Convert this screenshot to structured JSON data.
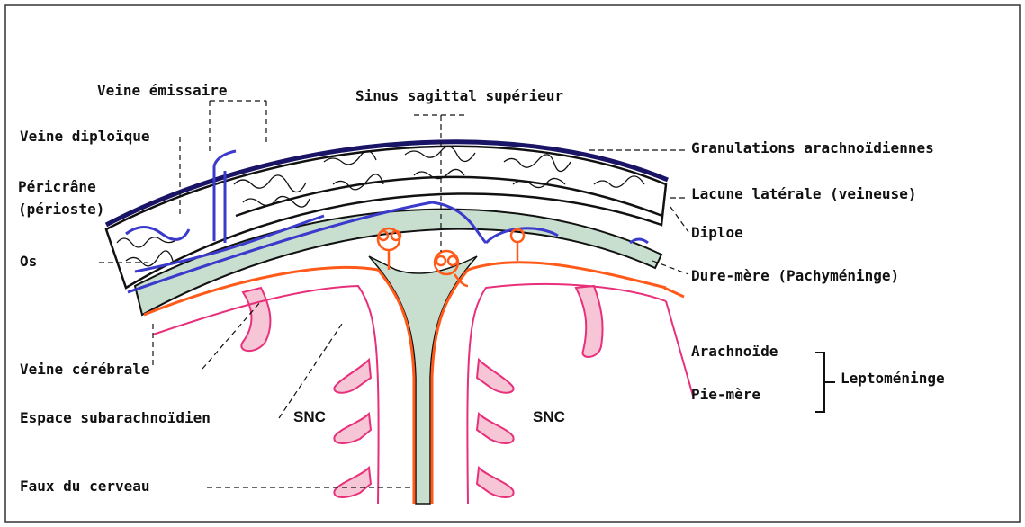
{
  "diagram": {
    "labels": {
      "sinus": "Sinus sagittal supérieur",
      "veine_emissaire": "Veine émissaire",
      "veine_diploique": "Veine diploïque",
      "pericrane": "Péricrâne",
      "perioste": "(périoste)",
      "os": "Os",
      "granulations": "Granulations arachnoïdiennes",
      "lacune": "Lacune latérale (veineuse)",
      "diploe": "Diploe",
      "dure_mere": "Dure-mère  (Pachyméninge)",
      "arachnoide": "Arachnoïde",
      "pie_mere": "Pie-mère",
      "leptomeninge": "Leptoméninge",
      "veine_cerebrale": "Veine cérébrale",
      "espace": "Espace subarachnoïdien",
      "snc_left": "SNC",
      "snc_right": "SNC",
      "faux": "Faux du cerveau"
    },
    "colors": {
      "bone_outline": "#111111",
      "periosteum": "#1a1466",
      "dura_fill": "#c8dfcf",
      "vein": "#3a3acc",
      "arachnoid": "#ff5a1a",
      "pia": "#e8307a",
      "pia_fill": "#f7c6d6"
    }
  }
}
